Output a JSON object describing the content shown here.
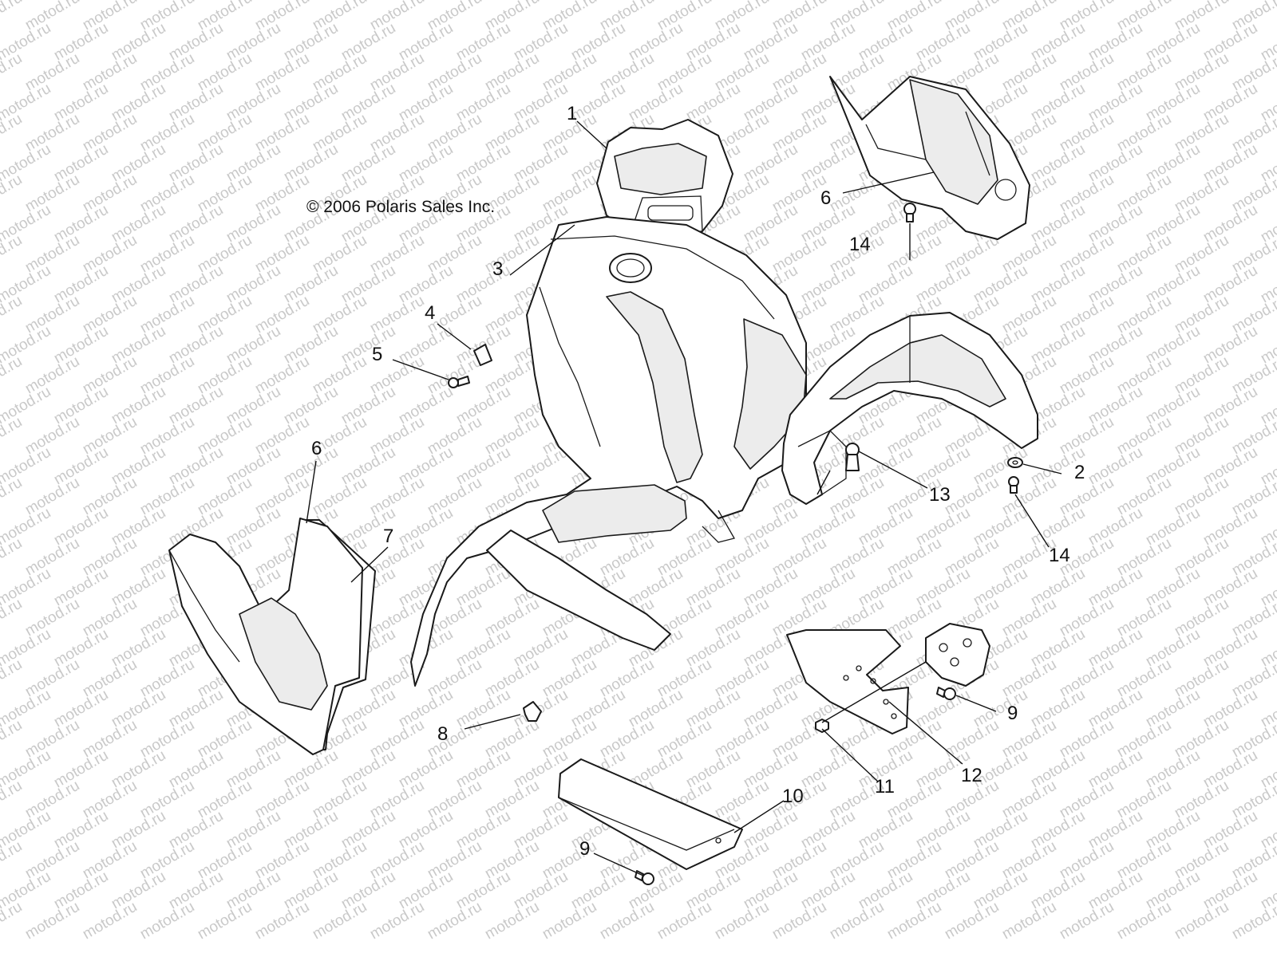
{
  "watermark": {
    "text": "motod.ru",
    "color": "#c9c9c9"
  },
  "copyright": "© 2006 Polaris Sales Inc.",
  "callouts": [
    {
      "id": "c1",
      "label": "1"
    },
    {
      "id": "c2",
      "label": "2"
    },
    {
      "id": "c3",
      "label": "3"
    },
    {
      "id": "c4",
      "label": "4"
    },
    {
      "id": "c5",
      "label": "5"
    },
    {
      "id": "c6a",
      "label": "6"
    },
    {
      "id": "c6b",
      "label": "6"
    },
    {
      "id": "c7",
      "label": "7"
    },
    {
      "id": "c8",
      "label": "8"
    },
    {
      "id": "c9a",
      "label": "9"
    },
    {
      "id": "c9b",
      "label": "9"
    },
    {
      "id": "c10",
      "label": "10"
    },
    {
      "id": "c11",
      "label": "11"
    },
    {
      "id": "c12",
      "label": "12"
    },
    {
      "id": "c13",
      "label": "13"
    },
    {
      "id": "c14a",
      "label": "14"
    },
    {
      "id": "c14b",
      "label": "14"
    }
  ]
}
